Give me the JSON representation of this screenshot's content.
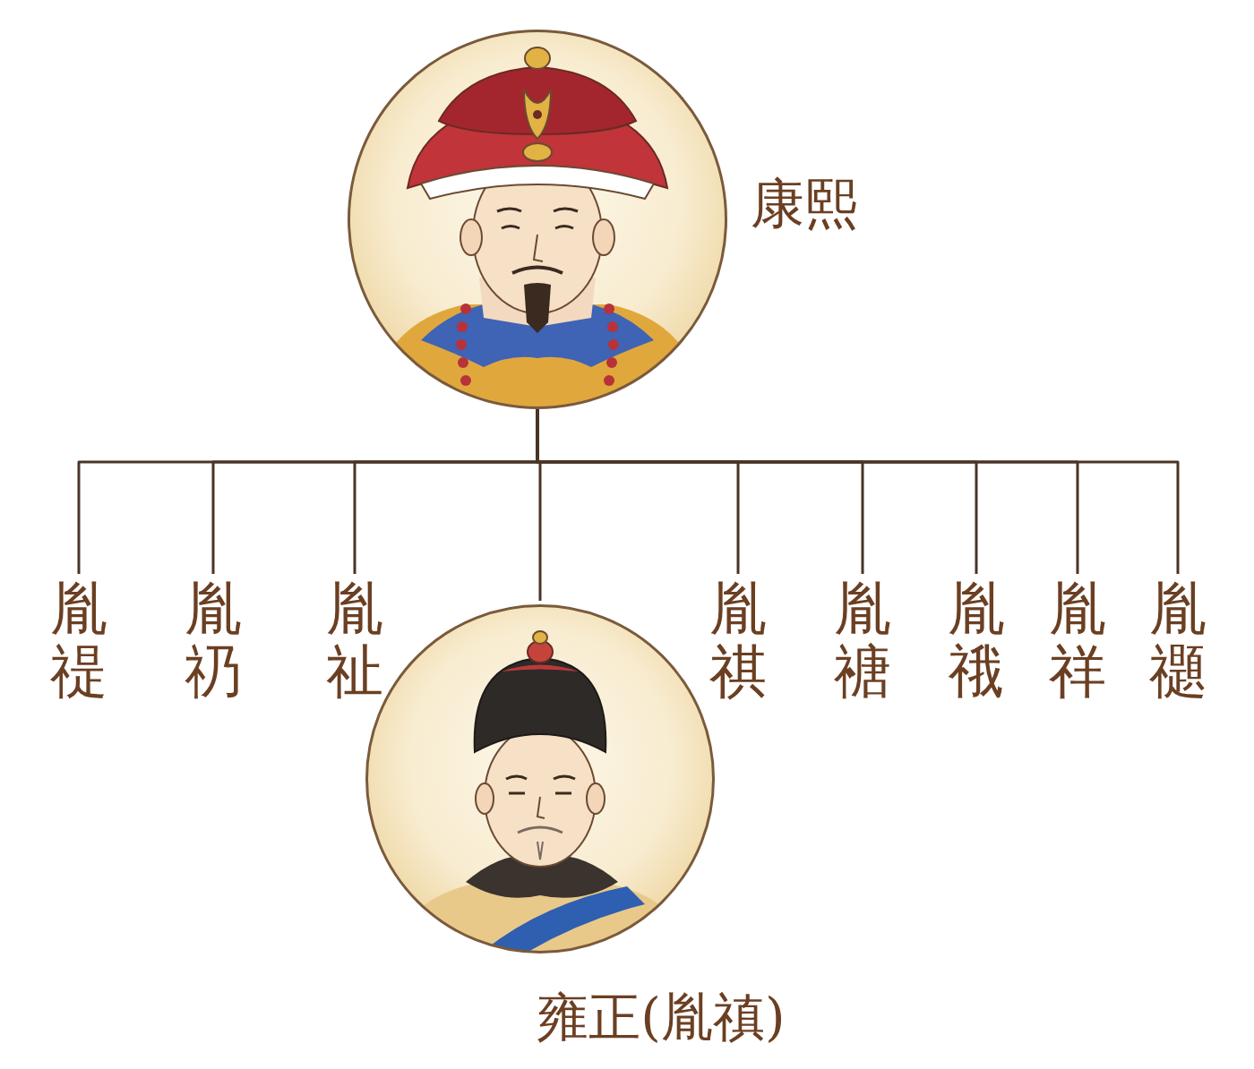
{
  "diagram": {
    "nodes": [
      {
        "text": [
          "康熙"
        ]
      },
      {
        "text": [
          "胤禔"
        ]
      },
      {
        "text": [
          "胤礽"
        ]
      },
      {
        "text": [
          "胤祉"
        ]
      },
      {
        "text": [
          "雍正(胤禛)"
        ]
      },
      {
        "text": [
          "胤祺"
        ]
      },
      {
        "text": [
          "胤禟"
        ]
      },
      {
        "text": [
          "胤䄉"
        ]
      },
      {
        "text": [
          "胤祥"
        ]
      },
      {
        "text": [
          "胤禵"
        ]
      }
    ],
    "edges": [
      {
        "from": 0,
        "to": 1,
        "arrow": "none"
      },
      {
        "from": 0,
        "to": 2,
        "arrow": "none"
      },
      {
        "from": 0,
        "to": 3,
        "arrow": "none"
      },
      {
        "from": 0,
        "to": 4,
        "arrow": "none"
      },
      {
        "from": 0,
        "to": 5,
        "arrow": "none"
      },
      {
        "from": 0,
        "to": 6,
        "arrow": "none"
      },
      {
        "from": 0,
        "to": 7,
        "arrow": "none"
      },
      {
        "from": 0,
        "to": 8,
        "arrow": "none"
      },
      {
        "from": 0,
        "to": 9,
        "arrow": "none"
      }
    ]
  }
}
